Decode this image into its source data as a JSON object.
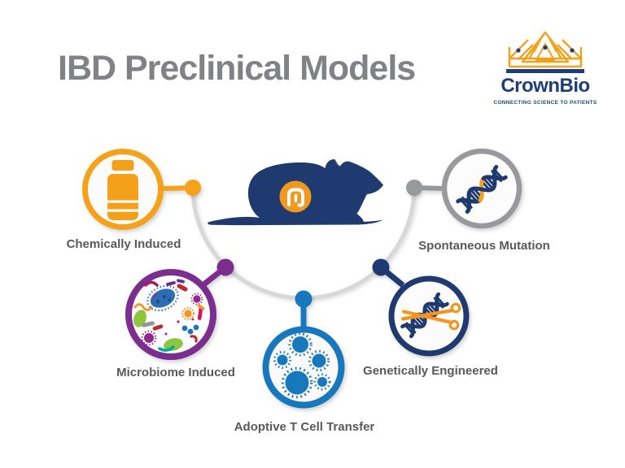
{
  "title": "IBD Preclinical Models",
  "logo": {
    "name": "CrownBio",
    "tagline": "CONNECTING SCIENCE TO PATIENTS",
    "icon": "crown-icon"
  },
  "center": {
    "icon": "mouse-with-colon-icon"
  },
  "nodes": [
    {
      "id": "chemically-induced",
      "label": "Chemically Induced",
      "color": "#F5A11C",
      "icon": "pill-bottle-icon"
    },
    {
      "id": "spontaneous-mutation",
      "label": "Spontaneous Mutation",
      "color": "#97999C",
      "icon": "dna-helix-icon"
    },
    {
      "id": "microbiome-induced",
      "label": "Microbiome Induced",
      "color": "#7B2E8D",
      "icon": "microbiome-icon"
    },
    {
      "id": "adoptive-t-cell",
      "label": "Adoptive T Cell Transfer",
      "color": "#1778BE",
      "icon": "t-cells-icon"
    },
    {
      "id": "genetically-engineered",
      "label": "Genetically Engineered",
      "color": "#1F3A70",
      "icon": "dna-scissors-icon"
    }
  ],
  "colors": {
    "orange": "#F5A11C",
    "navy": "#1F3A6E",
    "purple": "#7B2E8D",
    "blue": "#1778BE",
    "ring_gray": "#97999C",
    "arc_gray": "#D8D8D8",
    "label_text": "#58595B",
    "title_text": "#808285",
    "logo_navy": "#1F3E78"
  }
}
